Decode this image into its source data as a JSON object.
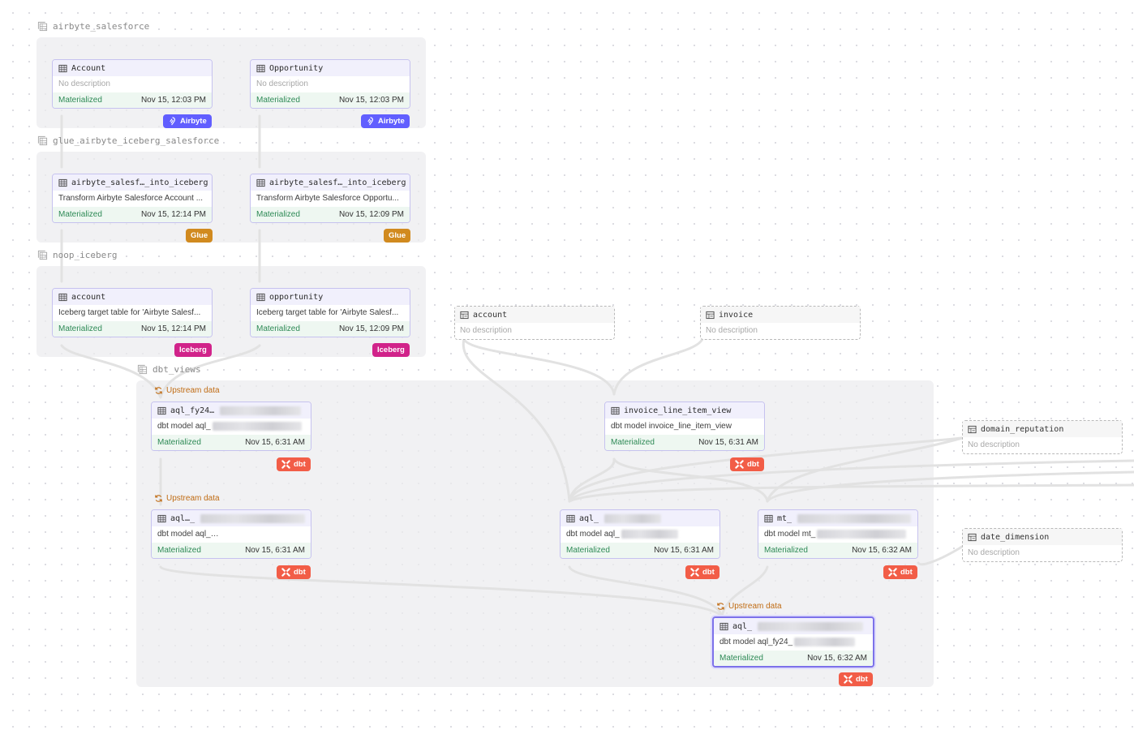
{
  "groups": [
    {
      "id": "airbyte",
      "label": "airbyte_salesforce"
    },
    {
      "id": "glue",
      "label": "glue_airbyte_iceberg_salesforce"
    },
    {
      "id": "noop",
      "label": "noop_iceberg"
    },
    {
      "id": "dbt",
      "label": "dbt_views"
    }
  ],
  "upstream_label": "Upstream data",
  "nodes": {
    "account_src": {
      "title": "Account",
      "desc": "No description",
      "status": "Materialized",
      "time": "Nov 15, 12:03 PM",
      "badge": "Airbyte"
    },
    "opportunity_src": {
      "title": "Opportunity",
      "desc": "No description",
      "status": "Materialized",
      "time": "Nov 15, 12:03 PM",
      "badge": "Airbyte"
    },
    "glue_account": {
      "title": "airbyte_salesf…_into_iceberg",
      "desc": "Transform Airbyte Salesforce Account ...",
      "status": "Materialized",
      "time": "Nov 15, 12:14 PM",
      "badge": "Glue"
    },
    "glue_opportunity": {
      "title": "airbyte_salesf…_into_iceberg",
      "desc": "Transform Airbyte Salesforce Opportu...",
      "status": "Materialized",
      "time": "Nov 15, 12:09 PM",
      "badge": "Glue"
    },
    "ice_account": {
      "title": "account",
      "desc": "Iceberg target table for 'Airbyte Salesf...",
      "status": "Materialized",
      "time": "Nov 15, 12:14 PM",
      "badge": "Iceberg"
    },
    "ice_opportunity": {
      "title": "opportunity",
      "desc": "Iceberg target table for 'Airbyte Salesf...",
      "status": "Materialized",
      "time": "Nov 15, 12:09 PM",
      "badge": "Iceberg"
    },
    "aql_fy24": {
      "title": "aql_fy24…",
      "desc": "dbt model aql_",
      "status": "Materialized",
      "time": "Nov 15, 6:31 AM",
      "badge": "dbt"
    },
    "invoice_view": {
      "title": "invoice_line_item_view",
      "desc": "dbt model invoice_line_item_view",
      "status": "Materialized",
      "time": "Nov 15, 6:31 AM",
      "badge": "dbt"
    },
    "aql_2": {
      "title": "aql…_",
      "desc": "dbt model aql_",
      "status": "Materialized",
      "time": "Nov 15, 6:31 AM",
      "badge": "dbt"
    },
    "aql_3": {
      "title": "aql_",
      "desc": "dbt model aql_",
      "status": "Materialized",
      "time": "Nov 15, 6:31 AM",
      "badge": "dbt"
    },
    "mt_1": {
      "title": "mt_",
      "desc": "dbt model mt_",
      "status": "Materialized",
      "time": "Nov 15, 6:32 AM",
      "badge": "dbt"
    },
    "aql_final": {
      "title": "aql_",
      "desc": "dbt model aql_fy24_",
      "status": "Materialized",
      "time": "Nov 15, 6:32 AM",
      "badge": "dbt"
    }
  },
  "external": {
    "ext_account": {
      "title": "account",
      "desc": "No description"
    },
    "ext_invoice": {
      "title": "invoice",
      "desc": "No description"
    },
    "ext_domain": {
      "title": "domain_reputation",
      "desc": "No description"
    },
    "ext_date": {
      "title": "date_dimension",
      "desc": "No description"
    }
  }
}
